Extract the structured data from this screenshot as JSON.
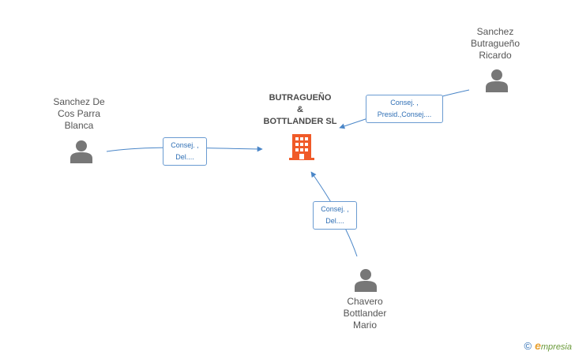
{
  "company": {
    "name": "BUTRAGUEÑO\n&\nBOTTLANDER SL",
    "color": "#f05a28"
  },
  "people": [
    {
      "id": "sanchez-de-cos",
      "name": "Sanchez De\nCos Parra\nBlanca"
    },
    {
      "id": "sanchez-butragueno",
      "name": "Sanchez\nButragueño\nRicardo"
    },
    {
      "id": "chavero",
      "name": "Chavero\nBottlander\nMario"
    }
  ],
  "relations": [
    {
      "from": "sanchez-de-cos",
      "lines": [
        "Consej. ,",
        "Del...."
      ]
    },
    {
      "from": "sanchez-butragueno",
      "lines": [
        "Consej. ,",
        "Presid.,Consej...."
      ]
    },
    {
      "from": "chavero",
      "lines": [
        "Consej. ,",
        "Del...."
      ]
    }
  ],
  "colors": {
    "person": "#777777",
    "edge": "#4a86c8"
  },
  "brand": {
    "copyright": "©",
    "initial": "e",
    "rest": "mpresia"
  }
}
